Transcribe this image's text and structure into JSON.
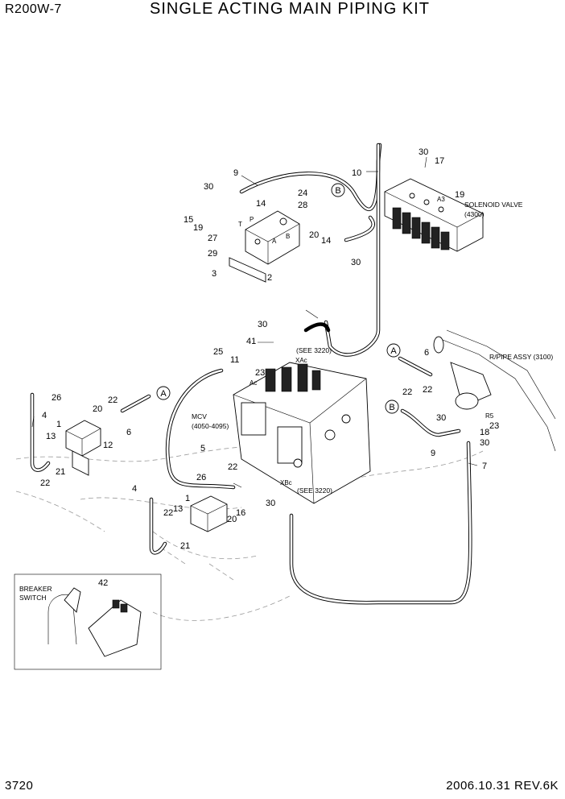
{
  "header": {
    "model": "R200W-7",
    "title": "SINGLE ACTING MAIN PIPING KIT"
  },
  "footer": {
    "page_number": "3720",
    "revision": "2006.10.31  REV.6K"
  },
  "callouts": {
    "n1a": "1",
    "n1b": "1",
    "n2": "2",
    "n3": "3",
    "n4a": "4",
    "n4b": "4",
    "n5": "5",
    "n6a": "6",
    "n6b": "6",
    "n7": "7",
    "n9a": "9",
    "n9b": "9",
    "n10": "10",
    "n11": "11",
    "n12": "12",
    "n13a": "13",
    "n13b": "13",
    "n14a": "14",
    "n14b": "14",
    "n15": "15",
    "n16": "16",
    "n17": "17",
    "n18": "18",
    "n19a": "19",
    "n19b": "19",
    "n20a": "20",
    "n20b": "20",
    "n20c": "20",
    "n21a": "21",
    "n21b": "21",
    "n22a": "22",
    "n22b": "22",
    "n22c": "22",
    "n22d": "22",
    "n22e": "22",
    "n22f": "22",
    "n23a": "23",
    "n23b": "23",
    "n24": "24",
    "n25": "25",
    "n26a": "26",
    "n26b": "26",
    "n27": "27",
    "n28": "28",
    "n29": "29",
    "n30a": "30",
    "n30b": "30",
    "n30c": "30",
    "n30d": "30",
    "n30e": "30",
    "n30f": "30",
    "n30g": "30",
    "n41": "41",
    "n42": "42"
  },
  "references": {
    "ref_a1": "A",
    "ref_a2": "A",
    "ref_b1": "B",
    "ref_b2": "B"
  },
  "notes": {
    "solenoid_valve": "SOLENOID VALVE",
    "solenoid_code": "(4300)",
    "r_pipe_assy": "R/PIPE ASSY (3100)",
    "mcv": "MCV",
    "mcv_code": "(4050-4095)",
    "see_top": "(SEE 3220)",
    "see_bottom": "(SEE 3220)",
    "xac": "XAc",
    "xbc": "XBc",
    "ac": "Ac",
    "a3": "A3",
    "r5": "R5",
    "port_t": "T",
    "port_p": "P",
    "port_a": "A",
    "port_b": "B",
    "breaker_switch_1": "BREAKER",
    "breaker_switch_2": "SWITCH"
  }
}
